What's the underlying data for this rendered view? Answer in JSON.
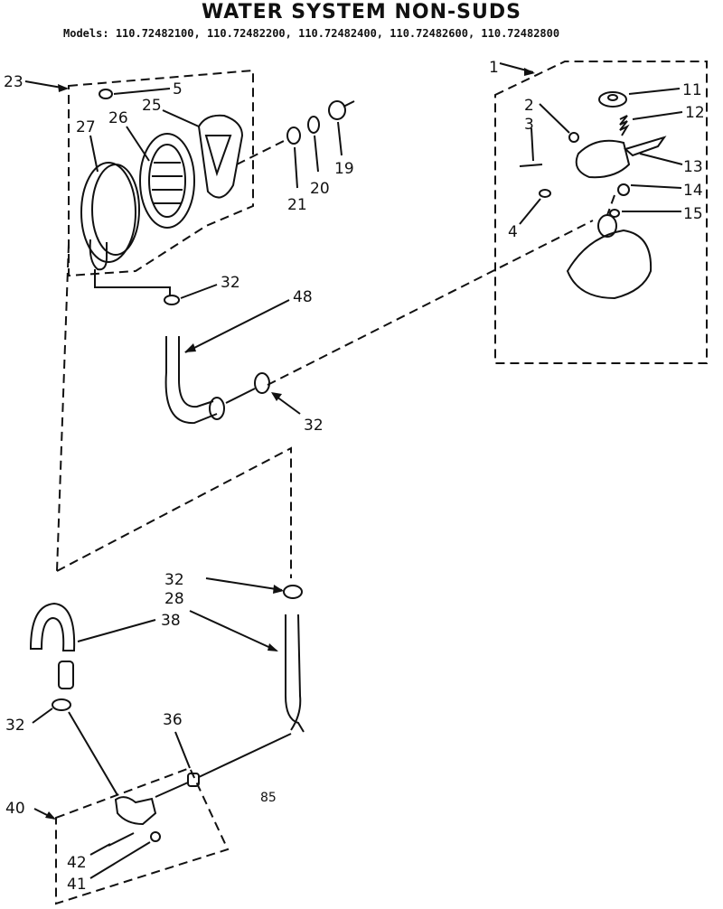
{
  "header": {
    "title": "WATER SYSTEM NON-SUDS",
    "models_label": "Models:",
    "models": "110.72482100, 110.72482200, 110.72482400, 110.72482600, 110.72482800"
  },
  "callouts": [
    {
      "id": "1",
      "text": "1"
    },
    {
      "id": "2",
      "text": "2"
    },
    {
      "id": "3",
      "text": "3"
    },
    {
      "id": "4",
      "text": "4"
    },
    {
      "id": "5",
      "text": "5"
    },
    {
      "id": "11",
      "text": "11"
    },
    {
      "id": "12",
      "text": "12"
    },
    {
      "id": "13",
      "text": "13"
    },
    {
      "id": "14",
      "text": "14"
    },
    {
      "id": "15",
      "text": "15"
    },
    {
      "id": "19",
      "text": "19"
    },
    {
      "id": "20",
      "text": "20"
    },
    {
      "id": "21",
      "text": "21"
    },
    {
      "id": "23",
      "text": "23"
    },
    {
      "id": "25",
      "text": "25"
    },
    {
      "id": "26",
      "text": "26"
    },
    {
      "id": "27",
      "text": "27"
    },
    {
      "id": "28",
      "text": "28"
    },
    {
      "id": "32a",
      "text": "32"
    },
    {
      "id": "32b",
      "text": "32"
    },
    {
      "id": "32c",
      "text": "32"
    },
    {
      "id": "32d",
      "text": "32"
    },
    {
      "id": "36",
      "text": "36"
    },
    {
      "id": "38",
      "text": "38"
    },
    {
      "id": "40",
      "text": "40"
    },
    {
      "id": "41",
      "text": "41"
    },
    {
      "id": "42",
      "text": "42"
    },
    {
      "id": "48",
      "text": "48"
    }
  ],
  "page_code": "85"
}
